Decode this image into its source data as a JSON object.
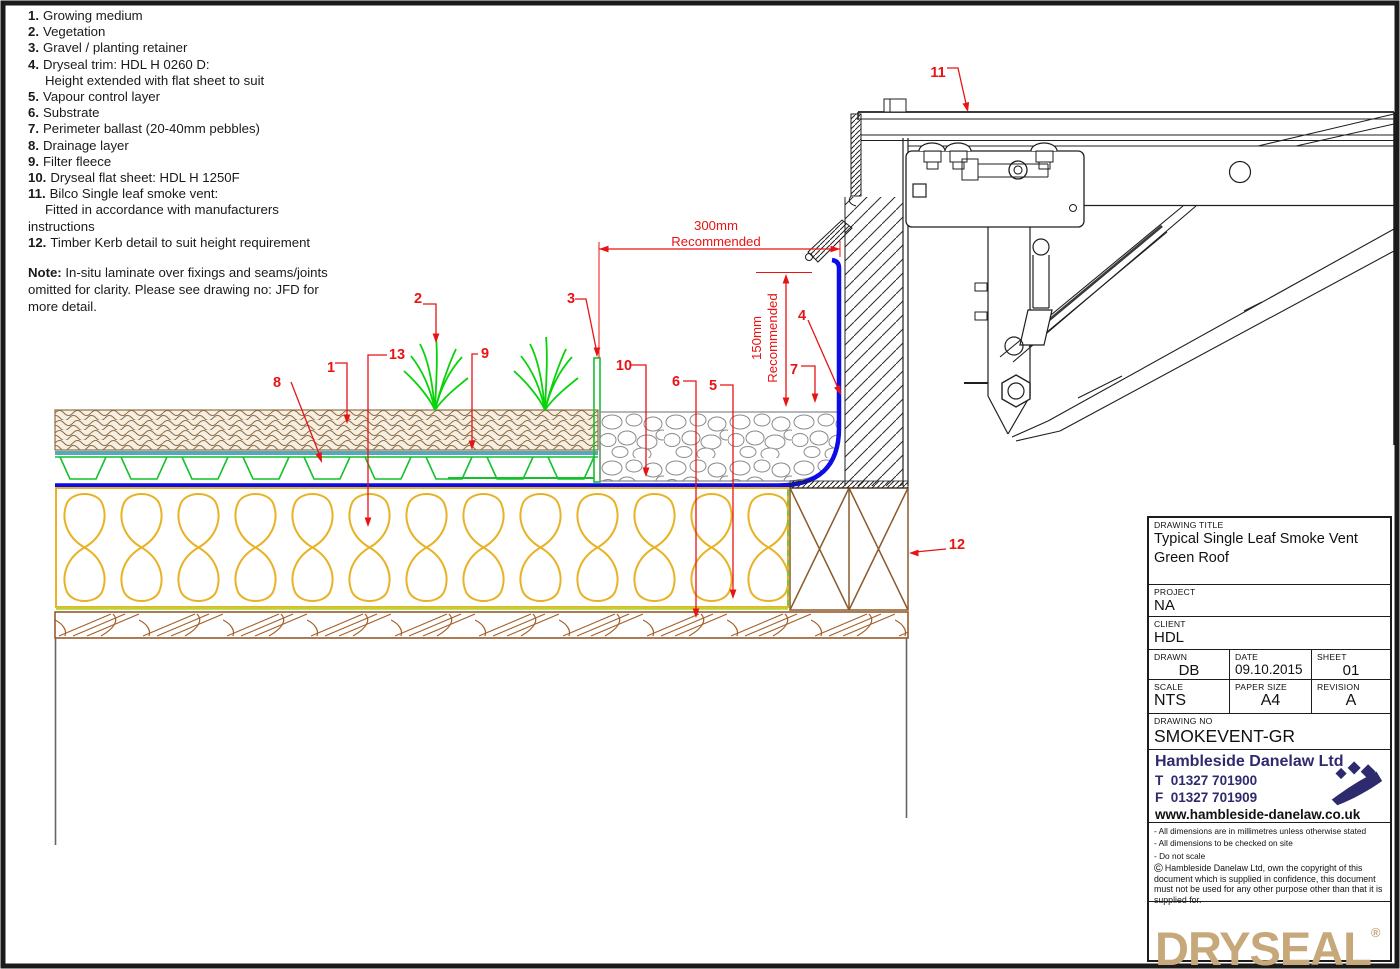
{
  "legend": {
    "items": [
      {
        "n": "1.",
        "t": "Growing medium",
        "cont": false
      },
      {
        "n": "2.",
        "t": "Vegetation",
        "cont": false
      },
      {
        "n": "3.",
        "t": "Gravel / planting retainer",
        "cont": false
      },
      {
        "n": "4.",
        "t": "Dryseal trim: HDL H 0260 D:",
        "cont": false
      },
      {
        "n": "",
        "t": "Height extended with flat sheet to suit",
        "cont": true
      },
      {
        "n": "5.",
        "t": "Vapour control layer",
        "cont": false
      },
      {
        "n": "6.",
        "t": "Substrate",
        "cont": false
      },
      {
        "n": "7.",
        "t": "Perimeter ballast (20-40mm pebbles)",
        "cont": false
      },
      {
        "n": "8.",
        "t": "Drainage layer",
        "cont": false
      },
      {
        "n": "9.",
        "t": "Filter fleece",
        "cont": false
      },
      {
        "n": "10.",
        "t": "Dryseal flat sheet: HDL H 1250F",
        "cont": false
      },
      {
        "n": "11.",
        "t": "Bilco Single leaf smoke vent:",
        "cont": false
      },
      {
        "n": "",
        "t": "Fitted in accordance with manufacturers",
        "cont": true
      },
      {
        "n": "",
        "t": "instructions",
        "cont": false
      },
      {
        "n": "12.",
        "t": "Timber Kerb detail to suit height requirement",
        "cont": false
      }
    ]
  },
  "note": {
    "label": "Note:",
    "text": " In-situ laminate over fixings and seams/joints omitted for clarity. Please see drawing no: JFD for more detail."
  },
  "callouts": {
    "c1": "1",
    "c2": "2",
    "c3": "3",
    "c4": "4",
    "c5": "5",
    "c6": "6",
    "c7": "7",
    "c8": "8",
    "c9": "9",
    "c10": "10",
    "c11": "11",
    "c12": "12",
    "c13": "13"
  },
  "dimensions": {
    "dim300": {
      "l1": "300mm",
      "l2": "Recommended"
    },
    "dim150": {
      "l1": "150mm",
      "l2": "Recommended"
    }
  },
  "titleblock": {
    "labels": {
      "drawing_title": "DRAWING TITLE",
      "project": "PROJECT",
      "client": "CLIENT",
      "drawn": "DRAWN",
      "date": "DATE",
      "sheet": "SHEET",
      "scale": "SCALE",
      "paper_size": "PAPER SIZE",
      "revision": "REVISION",
      "drawing_no": "DRAWING NO"
    },
    "values": {
      "drawing_title": "Typical Single Leaf Smoke Vent Green Roof",
      "project": "NA",
      "client": "HDL",
      "drawn": "DB",
      "date": "09.10.2015",
      "sheet": "01",
      "scale": "NTS",
      "paper_size": "A4",
      "revision": "A",
      "drawing_no": "SMOKEVENT-GR"
    }
  },
  "company": {
    "name": "Hambleside Danelaw Ltd",
    "tel_label": "T",
    "tel": "01327 701900",
    "fax_label": "F",
    "fax": "01327 701909",
    "website": "www.hambleside-danelaw.co.uk"
  },
  "footnotes": {
    "line1": "- All dimensions are in millimetres unless otherwise stated",
    "line2": "- All dimensions to be checked on site",
    "line3": "- Do not scale",
    "copyright_symbol": "©",
    "copyright": "Hambleside Danelaw Ltd, own the copyright of this document which is supplied in confidence, this document must not be used for any other purpose other than that it is supplied for."
  },
  "brand": {
    "name": "DRYSEAL",
    "reg": "®"
  },
  "colors": {
    "red": "#e81414",
    "blue": "#0c0ce8",
    "fleece_teal": "#56a8ba",
    "green": "#14c02c",
    "plant_green": "#0ad20a",
    "insulation_yellow": "#e9b226",
    "vcl_green": "#b7d437",
    "medium_brown": "#8f6e46",
    "wood_brown": "#a5602a",
    "kerb_brown": "#8a5a2b",
    "pebble_grey": "#8a8a8a",
    "line_black": "#1f1f1f",
    "brand_purple": "#2e2a6e",
    "brand_tan": "#c6a87b"
  }
}
